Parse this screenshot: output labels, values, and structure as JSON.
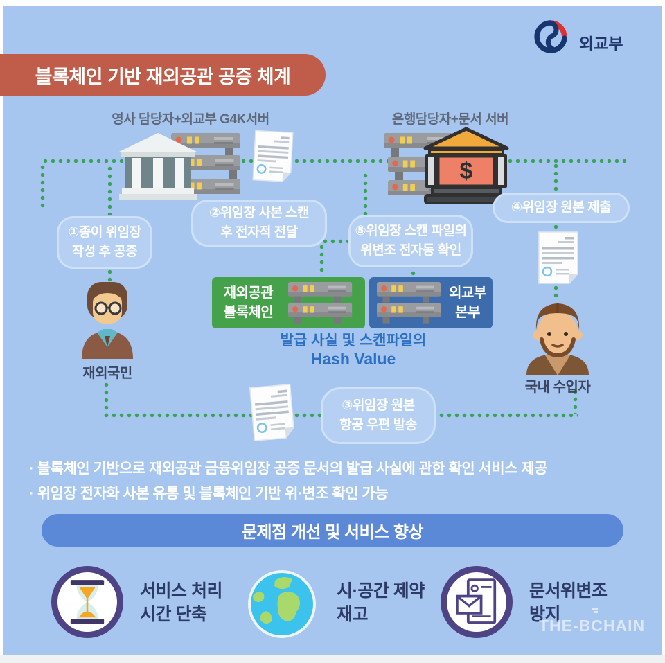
{
  "colors": {
    "background": "#a6c6ef",
    "banner": "#c05c4a",
    "green_box": "#45a24a",
    "blue_box": "#3d6cad",
    "dot_green": "#36a356",
    "pill": "#5c88d8",
    "icon_ring": "#4e4384"
  },
  "header": {
    "ministry": "외교부",
    "title": "블록체인 기반 재외공관 공증 체계"
  },
  "diagram": {
    "left_group_label": "영사 담당자+외교부 G4K서버",
    "right_group_label": "은행담당자+문서 서버",
    "bank_symbol": "$",
    "steps": {
      "s1": {
        "line1": "①종이 위임장",
        "line2": "작성 후 공증"
      },
      "s2": {
        "line1": "②위임장 사본 스캔",
        "line2": "후 전자적 전달"
      },
      "s3": {
        "line1": "③위임장 원본",
        "line2": "항공 우편 발송"
      },
      "s4": {
        "line1": "④위임장 원본 제출"
      },
      "s5": {
        "line1": "⑤위임장 스캔 파일의",
        "line2": "위변조 전자동 확인"
      }
    },
    "green_box": {
      "line1": "재외공관",
      "line2": "블록체인"
    },
    "blue_box": {
      "line1": "외교부",
      "line2": "본부"
    },
    "hash_caption": {
      "line1": "발급 사실 및 스캔파일의",
      "line2": "Hash Value"
    },
    "person_left_label": "재외국민",
    "person_right_label": "국내 수입자"
  },
  "summary": {
    "bullets": [
      "· 블록체인 기반으로 재외공관 금융위임장 공증 문서의  발급 사실에 관한 확인 서비스 제공",
      "· 위임장 전자화 사본 유통 및 블록체인 기반 위·변조 확인 가능"
    ]
  },
  "improvement": {
    "banner": "문제점 개선 및 서비스 향상",
    "items": [
      {
        "line1": "서비스 처리",
        "line2": "시간 단축"
      },
      {
        "line1": "시·공간 제약",
        "line2": "재고"
      },
      {
        "line1": "문서위변조",
        "line2": "방지"
      }
    ]
  },
  "watermark": "THE-BCHAIN"
}
